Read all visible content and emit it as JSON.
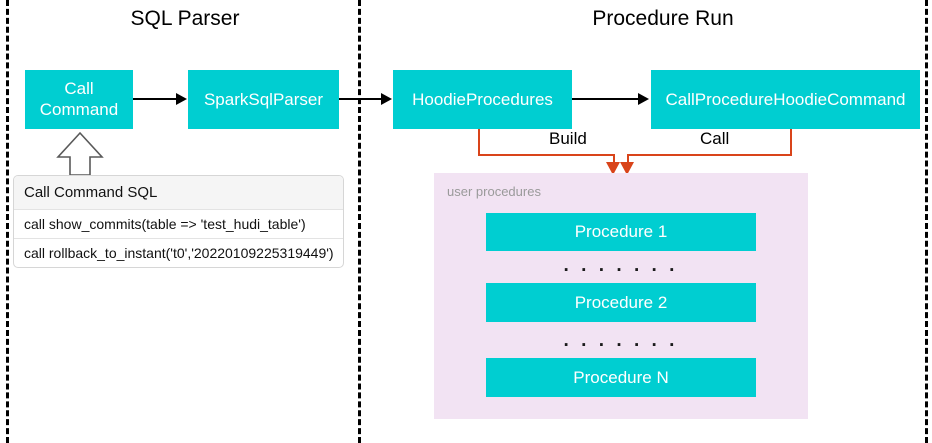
{
  "diagram": {
    "sections": [
      {
        "title": "SQL Parser"
      },
      {
        "title": "Procedure Run"
      }
    ],
    "nodes": {
      "call_command": "Call\nCommand",
      "call_command_line1": "Call",
      "call_command_line2": "Command",
      "spark_sql_parser": "SparkSqlParser",
      "hoodie_procedures": "HoodieProcedures",
      "call_procedure_hoodie_command": "CallProcedureHoodieCommand"
    },
    "edge_labels": {
      "build": "Build",
      "call": "Call"
    },
    "sql_table": {
      "header": "Call Command SQL",
      "rows": [
        "call show_commits(table => 'test_hudi_table')",
        "call rollback_to_instant('t0','20220109225319449')"
      ]
    },
    "procedures_panel": {
      "label": "user procedures",
      "items": [
        "Procedure 1",
        "Procedure 2",
        "Procedure N"
      ],
      "ellipsis": "· · · · · · ·"
    },
    "colors": {
      "node_fill": "#00CED1",
      "node_text": "#FFFFFF",
      "panel_fill": "#F2E3F3",
      "panel_label": "#9A9A9A",
      "orange_connector": "#D9441A",
      "separator": "#000000",
      "background": "#FFFFFF"
    }
  }
}
